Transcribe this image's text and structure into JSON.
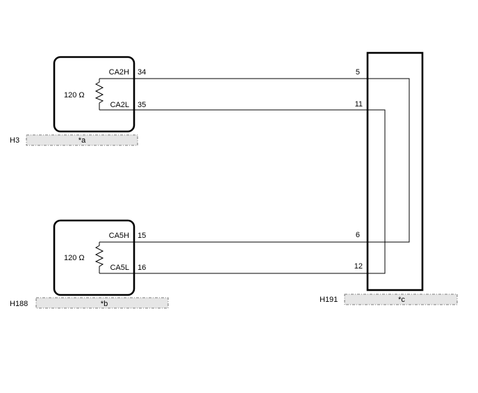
{
  "ecus": [
    {
      "connector": "H3",
      "tag": "*a",
      "resistance": "120 Ω",
      "pins": [
        {
          "name": "CA2H",
          "number": "34"
        },
        {
          "name": "CA2L",
          "number": "35"
        }
      ]
    },
    {
      "connector": "H188",
      "tag": "*b",
      "resistance": "120 Ω",
      "pins": [
        {
          "name": "CA5H",
          "number": "15"
        },
        {
          "name": "CA5L",
          "number": "16"
        }
      ]
    }
  ],
  "junction": {
    "connector": "H191",
    "tag": "*c",
    "pins": [
      "5",
      "11",
      "6",
      "12"
    ]
  }
}
